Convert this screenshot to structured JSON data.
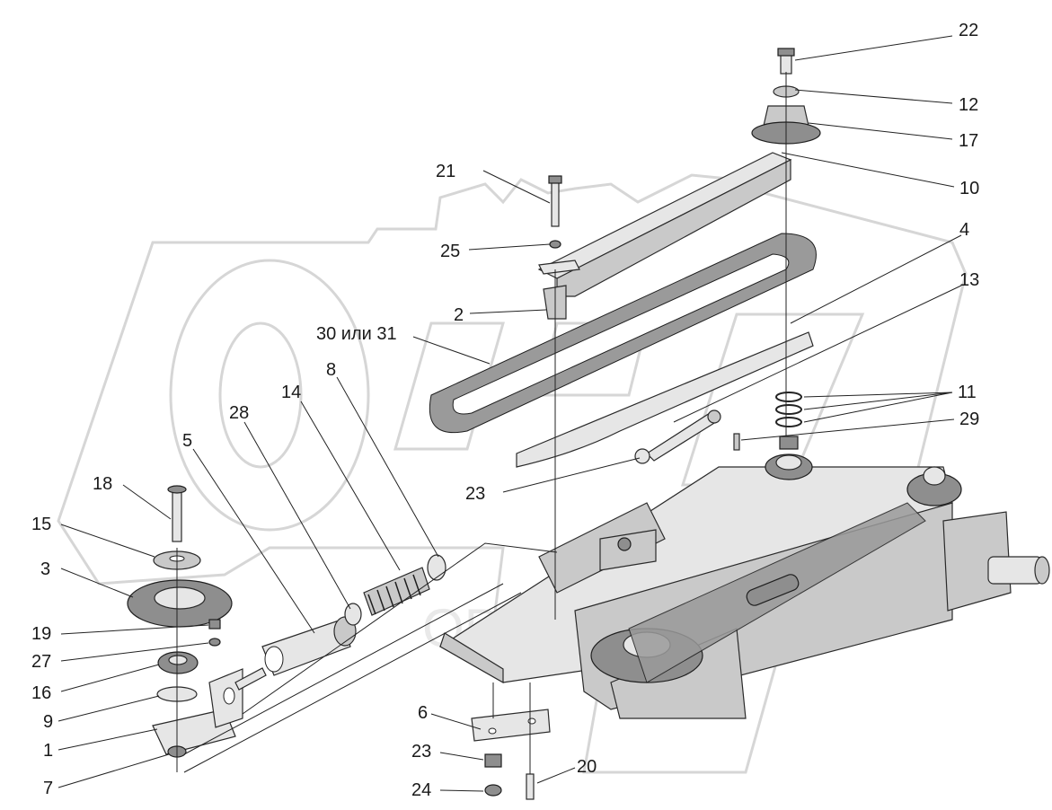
{
  "diagram": {
    "watermark_text": "OPEX",
    "callouts": [
      {
        "id": "22",
        "text": "22"
      },
      {
        "id": "12",
        "text": "12"
      },
      {
        "id": "17",
        "text": "17"
      },
      {
        "id": "10",
        "text": "10"
      },
      {
        "id": "21",
        "text": "21"
      },
      {
        "id": "25",
        "text": "25"
      },
      {
        "id": "4",
        "text": "4"
      },
      {
        "id": "13",
        "text": "13"
      },
      {
        "id": "2",
        "text": "2"
      },
      {
        "id": "30or31",
        "text": "30 или 31"
      },
      {
        "id": "8",
        "text": "8"
      },
      {
        "id": "14",
        "text": "14"
      },
      {
        "id": "28",
        "text": "28"
      },
      {
        "id": "5",
        "text": "5"
      },
      {
        "id": "11",
        "text": "11"
      },
      {
        "id": "29",
        "text": "29"
      },
      {
        "id": "18",
        "text": "18"
      },
      {
        "id": "15",
        "text": "15"
      },
      {
        "id": "3",
        "text": "3"
      },
      {
        "id": "23a",
        "text": "23"
      },
      {
        "id": "19",
        "text": "19"
      },
      {
        "id": "27",
        "text": "27"
      },
      {
        "id": "16",
        "text": "16"
      },
      {
        "id": "9",
        "text": "9"
      },
      {
        "id": "1",
        "text": "1"
      },
      {
        "id": "7",
        "text": "7"
      },
      {
        "id": "6",
        "text": "6"
      },
      {
        "id": "23b",
        "text": "23"
      },
      {
        "id": "20",
        "text": "20"
      },
      {
        "id": "24",
        "text": "24"
      }
    ]
  }
}
